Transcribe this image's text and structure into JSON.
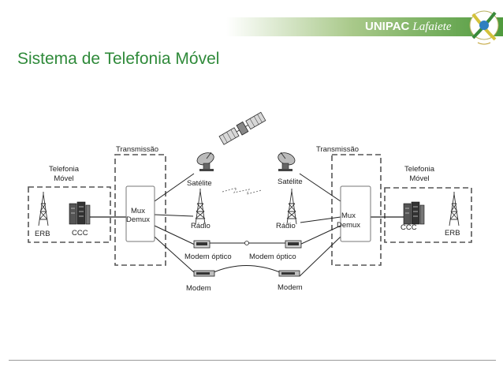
{
  "brand": {
    "name_bold": "UNIPAC",
    "name_light": "Lafaiete"
  },
  "title": "Sistema de Telefonia Móvel",
  "diagram": {
    "left": {
      "transmission": "Transmissão",
      "mobile": [
        "Telefonia",
        "Móvel"
      ],
      "erb": "ERB",
      "ccc": "CCC",
      "mux": [
        "Mux",
        "Demux"
      ],
      "satellite": "Satélite",
      "radio": "Rádio",
      "optical_modem": "Modem óptico",
      "modem": "Modem"
    },
    "right": {
      "transmission": "Transmissão",
      "mobile": [
        "Telefonia",
        "Móvel"
      ],
      "erb": "ERB",
      "ccc": "CCC",
      "mux": [
        "Mux",
        "Demux"
      ],
      "satellite": "Satélite",
      "radio": "Rádio",
      "optical_modem": "Modem óptico",
      "modem": "Modem"
    }
  },
  "colors": {
    "accent": "#2f8a3a",
    "banner": "#4f9a3d"
  }
}
